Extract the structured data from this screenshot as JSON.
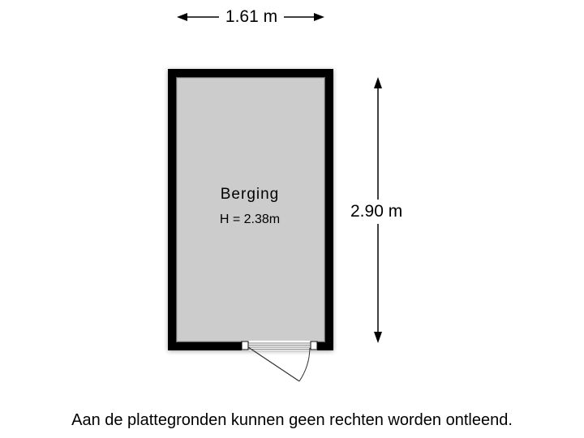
{
  "floorplan": {
    "dimensions": {
      "width": "1.61 m",
      "height": "2.90 m"
    },
    "room": {
      "name": "Berging",
      "ceiling_height": "H = 2.38m"
    },
    "colors": {
      "wall": "#000000",
      "floor": "#cccccc",
      "background": "#ffffff"
    }
  },
  "footer": {
    "disclaimer": "Aan de plattegronden kunnen geen rechten worden ontleend."
  }
}
